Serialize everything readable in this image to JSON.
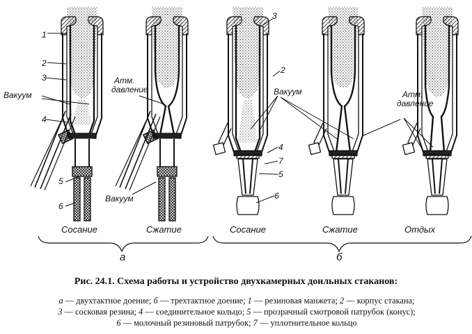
{
  "labels": {
    "n1": "1",
    "n2_left": "2",
    "n3_left": "3",
    "vacuum_left": "Вакуум",
    "n4_left": "4",
    "n5_left": "5",
    "n6_left": "6",
    "atm_line1": "Атм.",
    "atm_line2": "давление",
    "vacuum_mid": "Вакуум",
    "n3_right": "3",
    "n2_right": "2",
    "vacuum_right": "Вакуум",
    "n4_right": "4",
    "n7": "7",
    "n5_right": "5",
    "n6_right": "6",
    "atm_right_line1": "Атм.",
    "atm_right_line2": "давление"
  },
  "phases": {
    "a1": "Сосание",
    "a2": "Сжатие",
    "b1": "Сосание",
    "b2": "Сжатие",
    "b3": "Отдых"
  },
  "groups": {
    "a": "а",
    "b": "б"
  },
  "caption": {
    "title": "Рис. 24.1. Схема работы и устройство двухкамерных доильных стаканов:",
    "l1_a": "а",
    "l1_t1": " — двухтактное доение; ",
    "l1_b": "б",
    "l1_t2": " — трехтактное доение; ",
    "l1_1": "1",
    "l1_t3": " — резиновая манжета; ",
    "l1_2": "2",
    "l1_t4": " — корпус стакана;",
    "l2_3": "3",
    "l2_t1": " — сосковая резина; ",
    "l2_4": "4",
    "l2_t2": " — соединительное кольцо; ",
    "l2_5": "5",
    "l2_t3": " — прозрачный смотровой патрубок (конус);",
    "l3_6": "6",
    "l3_t1": " — молочный резиновый патрубок; ",
    "l3_7": "7",
    "l3_t2": " — уплотнительное кольцо"
  }
}
